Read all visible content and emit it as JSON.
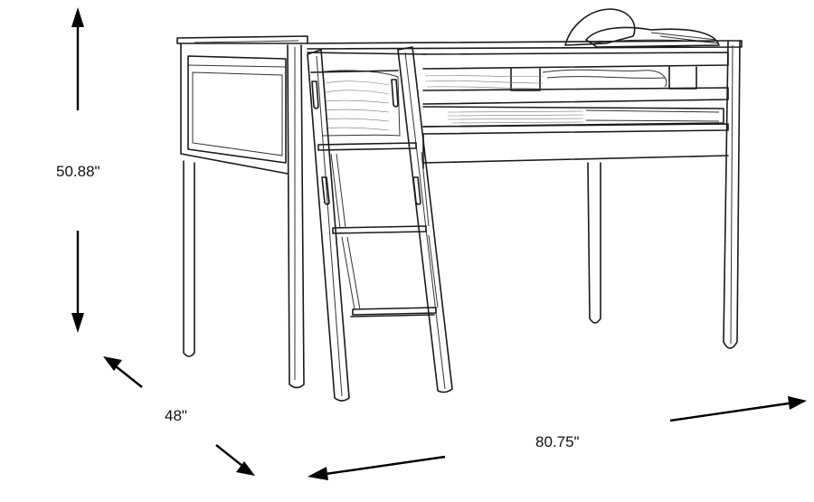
{
  "dimensions": {
    "height": "50.88\"",
    "depth": "48\"",
    "width": "80.75\""
  },
  "colors": {
    "line": "#1a1a1a",
    "background": "#ffffff"
  }
}
